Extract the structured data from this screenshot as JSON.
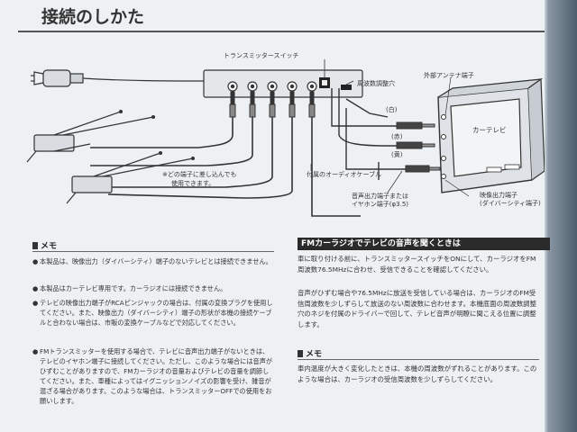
{
  "title": "接続のしかた",
  "diagram": {
    "switch_label": "トランスミッタースイッチ",
    "freq_hole_label": "周波数調整穴",
    "antenna_terminal_label": "外部アンテナ端子",
    "tv_label": "カーテレビ",
    "white_label": "(白)",
    "red_label": "(赤)",
    "yellow_label": "(黄)",
    "any_terminal_label_1": "※どの端子に差し込んでも",
    "any_terminal_label_2": "使用できます。",
    "audio_cable_label": "付属のオーディオケーブル",
    "audio_output_label_1": "音声出力端子または",
    "audio_output_label_2": "イヤホン端子(φ3.5)",
    "video_output_label_1": "映像出力端子",
    "video_output_label_2": "(ダイバーシティ端子)"
  },
  "memo": {
    "heading": "メモ",
    "items": [
      "本製品は、映像出力（ダイバーシティ）端子のないテレビとは接続できません。",
      "本製品はカーテレビ専用です。カーラジオには接続できません。",
      "テレビの映像出力端子がRCAピンジャックの場合は、付属の変換プラグを使用してください。また、映像出力（ダイバーシティ）端子の形状が本機の接続ケーブルと合わない場合は、市販の変換ケーブルなどで対応してください。",
      "FMトランスミッターを使用する場合で、テレビに音声出力端子がないときは、テレビのイヤホン端子に接続してください。ただし、このような場合には音声がひずむことがありますので、FMカーラジオの音量およびテレビの音量を調節してください。また、車種によってはイグニッションノイズの影響を受け、雑音が混ざる場合があります。このような場合は、トランスミッターOFFでの使用をお願いします。"
    ]
  },
  "fm_section": {
    "heading": "FMカーラジオでテレビの音声を聞くときは",
    "para1": "車に取り付ける前に、トランスミッタースイッチをONにして、カーラジオをFM周波数76.5MHzに合わせ、受信できることを確認してください。",
    "para2": "音声がひずむ場合や76.5MHzに放送を受信している場合は、カーラジオのFM受信周波数を少しずらして放送のない周波数に合わせます。本機底面の周波数調整穴のネジを付属のドライバーで回して、テレビ音声が明瞭に聞こえる位置に調整します。",
    "memo_heading": "メモ",
    "memo_text": "車内温度が大きく変化したときは、本機の周波数がずれることがあります。このような場合は、カーラジオの受信周波数を少しずらしてください。"
  }
}
